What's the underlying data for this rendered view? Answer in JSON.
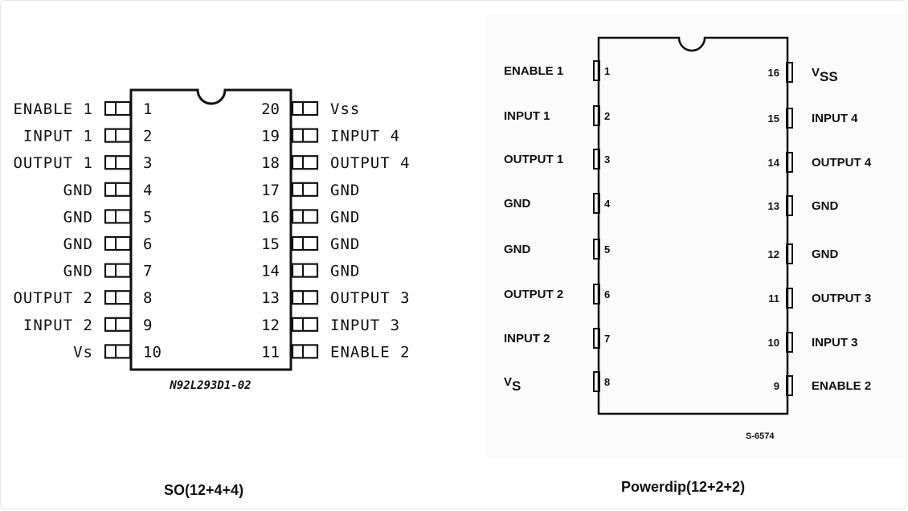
{
  "so_package": {
    "caption": "SO(12+4+4)",
    "part_code": "N92L293D1-02",
    "left_pins": [
      {
        "num": "1",
        "label": "ENABLE 1"
      },
      {
        "num": "2",
        "label": "INPUT 1"
      },
      {
        "num": "3",
        "label": "OUTPUT 1"
      },
      {
        "num": "4",
        "label": "GND"
      },
      {
        "num": "5",
        "label": "GND"
      },
      {
        "num": "6",
        "label": "GND"
      },
      {
        "num": "7",
        "label": "GND"
      },
      {
        "num": "8",
        "label": "OUTPUT 2"
      },
      {
        "num": "9",
        "label": "INPUT 2"
      },
      {
        "num": "10",
        "label": "Vs"
      }
    ],
    "right_pins": [
      {
        "num": "20",
        "label": "Vss"
      },
      {
        "num": "19",
        "label": "INPUT 4"
      },
      {
        "num": "18",
        "label": "OUTPUT 4"
      },
      {
        "num": "17",
        "label": "GND"
      },
      {
        "num": "16",
        "label": "GND"
      },
      {
        "num": "15",
        "label": "GND"
      },
      {
        "num": "14",
        "label": "GND"
      },
      {
        "num": "13",
        "label": "OUTPUT 3"
      },
      {
        "num": "12",
        "label": "INPUT 3"
      },
      {
        "num": "11",
        "label": "ENABLE 2"
      }
    ]
  },
  "dip_package": {
    "caption": "Powerdip(12+2+2)",
    "drawing_code": "S-6574",
    "left_pins": [
      {
        "num": "1",
        "label": "ENABLE 1"
      },
      {
        "num": "2",
        "label": "INPUT 1"
      },
      {
        "num": "3",
        "label": "OUTPUT 1"
      },
      {
        "num": "4",
        "label": "GND"
      },
      {
        "num": "5",
        "label": "GND"
      },
      {
        "num": "6",
        "label": "OUTPUT 2"
      },
      {
        "num": "7",
        "label": "INPUT 2"
      },
      {
        "num": "8",
        "label": "V",
        "sub": "S"
      }
    ],
    "right_pins": [
      {
        "num": "16",
        "label": "V",
        "sub": "SS"
      },
      {
        "num": "15",
        "label": "INPUT 4"
      },
      {
        "num": "14",
        "label": "OUTPUT 4"
      },
      {
        "num": "13",
        "label": "GND"
      },
      {
        "num": "12",
        "label": "GND"
      },
      {
        "num": "11",
        "label": "OUTPUT 3"
      },
      {
        "num": "10",
        "label": "INPUT 3"
      },
      {
        "num": "9",
        "label": "ENABLE 2"
      }
    ]
  }
}
